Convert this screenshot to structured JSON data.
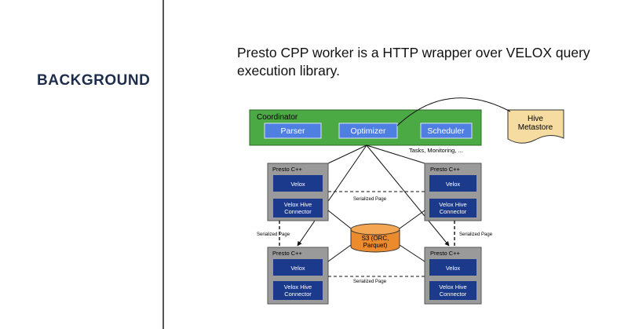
{
  "left_panel": {
    "title": "BACKGROUND"
  },
  "slide": {
    "heading": "Presto CPP worker is a HTTP wrapper over VELOX query execution library."
  },
  "diagram": {
    "coordinator": {
      "title": "Coordinator",
      "modules": [
        "Parser",
        "Optimizer",
        "Scheduler"
      ]
    },
    "metastore_label": [
      "Hive",
      "Metastore"
    ],
    "tasks_label": "Tasks, Monitoring, ...",
    "worker": {
      "title": "Presto C++",
      "velox": "Velox",
      "connector": [
        "Velox Hive",
        "Connector"
      ]
    },
    "storage_label": [
      "S3 (ORC,",
      "Parquet)"
    ],
    "serialized_page": "Serialized Page",
    "colors": {
      "coordinator_fill": "#4caa44",
      "module_fill": "#4f7fe0",
      "worker_fill": "#9a9a9a",
      "velox_fill": "#1b3a8c",
      "storage_fill": "#ec8a2e",
      "metastore_fill": "#f6dca0"
    }
  }
}
